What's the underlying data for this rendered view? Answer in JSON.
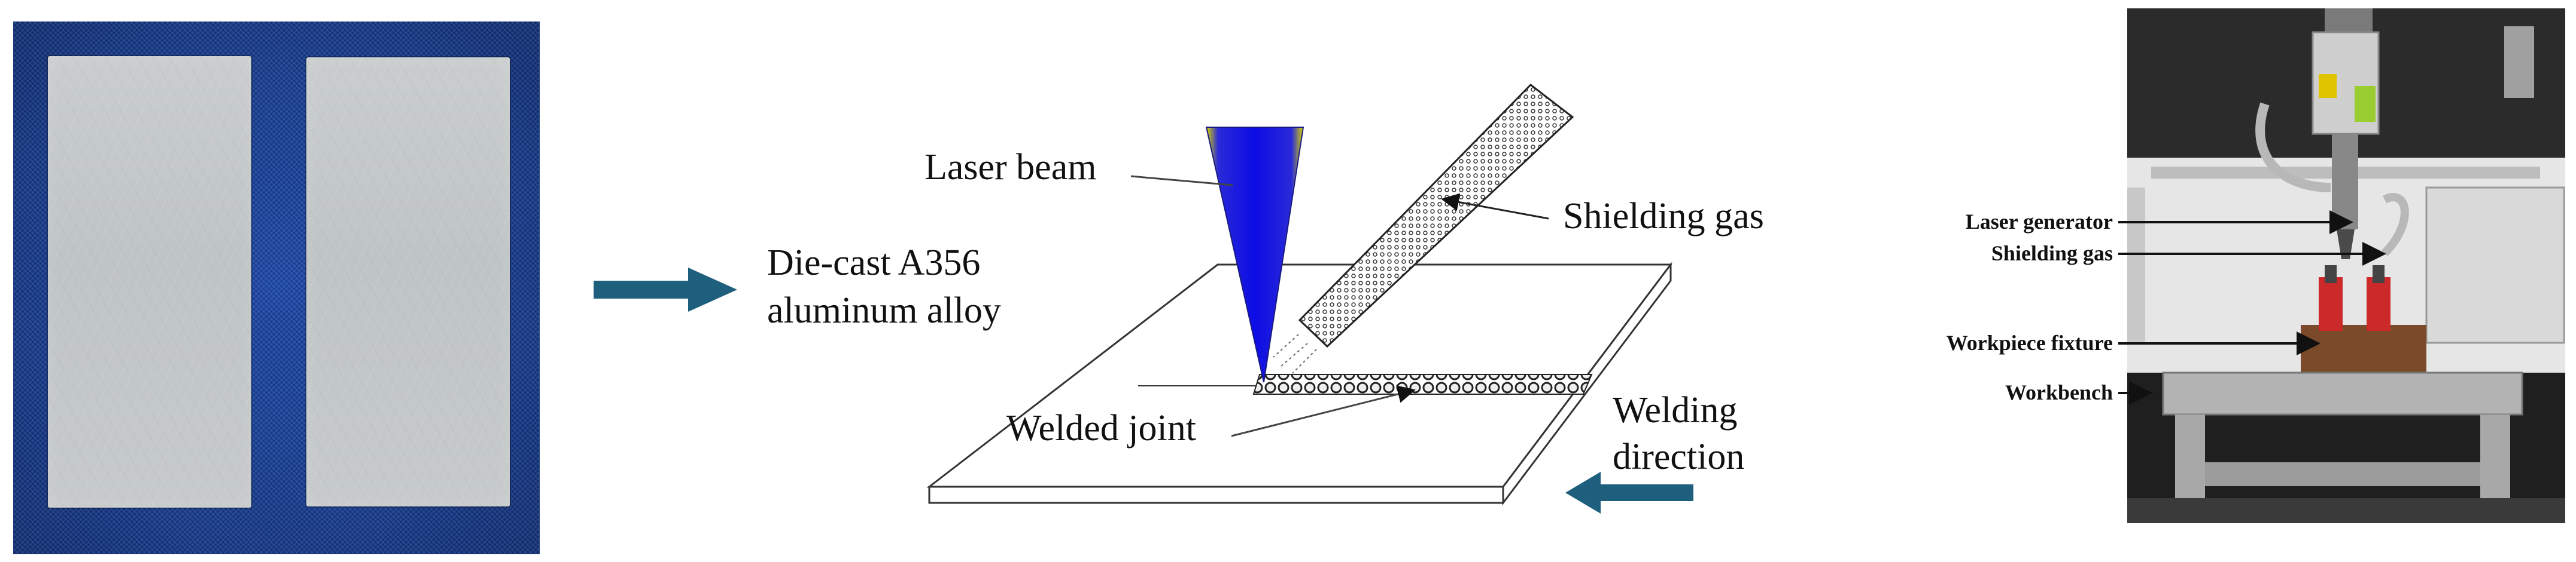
{
  "diagram": {
    "material_label_line1": "Die-cast A356",
    "material_label_line2": "aluminum alloy",
    "laser_beam_label": "Laser beam",
    "shielding_gas_label": "Shielding gas",
    "welded_joint_label": "Welded joint",
    "welding_direction_line1": "Welding",
    "welding_direction_line2": "direction"
  },
  "equipment_photo": {
    "labels": [
      "Laser generator",
      "Shielding gas",
      "Workpiece fixture",
      "Workbench"
    ]
  },
  "colors": {
    "arrow": "#1f5f7e",
    "laser_beam": "#1a1ae6",
    "laser_edge": "#d8d400",
    "background_cloth": "#1a47a8",
    "plate": "#c5c9c9"
  }
}
